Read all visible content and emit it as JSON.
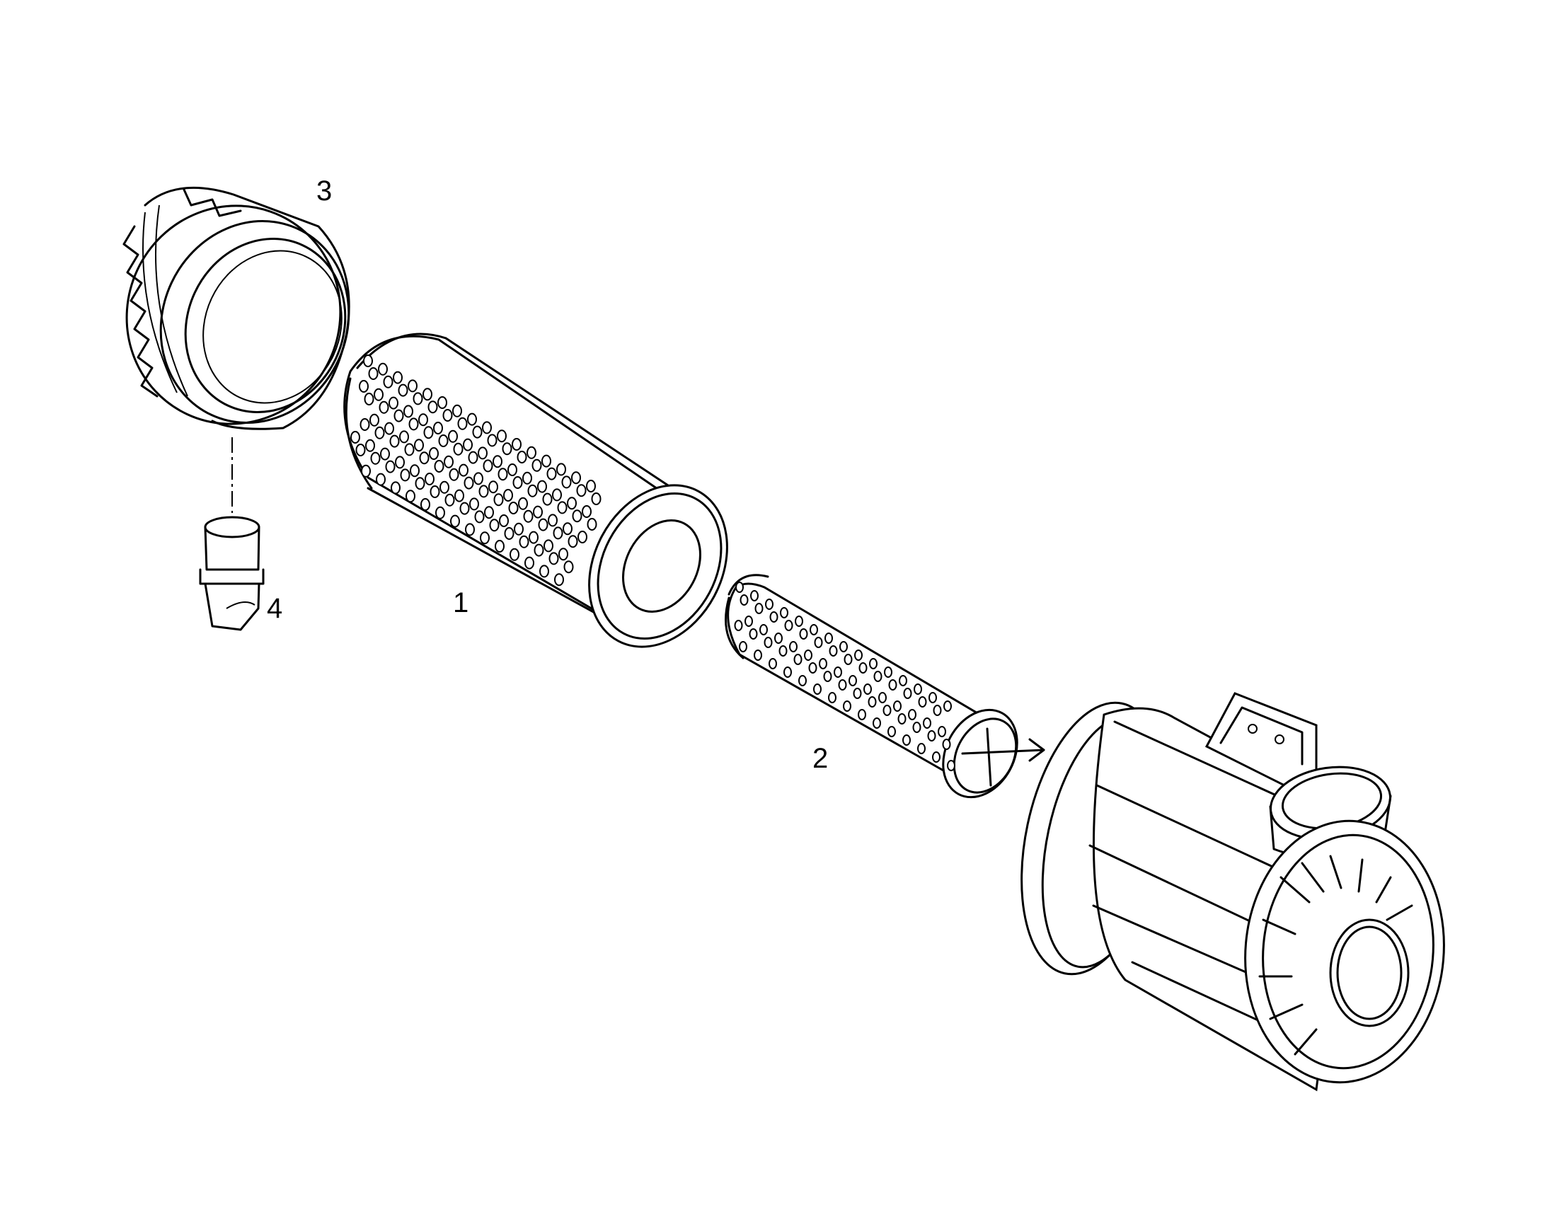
{
  "callouts": {
    "part1": "1",
    "part2": "2",
    "part3": "3",
    "part4": "4"
  },
  "colors": {
    "line": "#000000",
    "background": "#ffffff"
  }
}
